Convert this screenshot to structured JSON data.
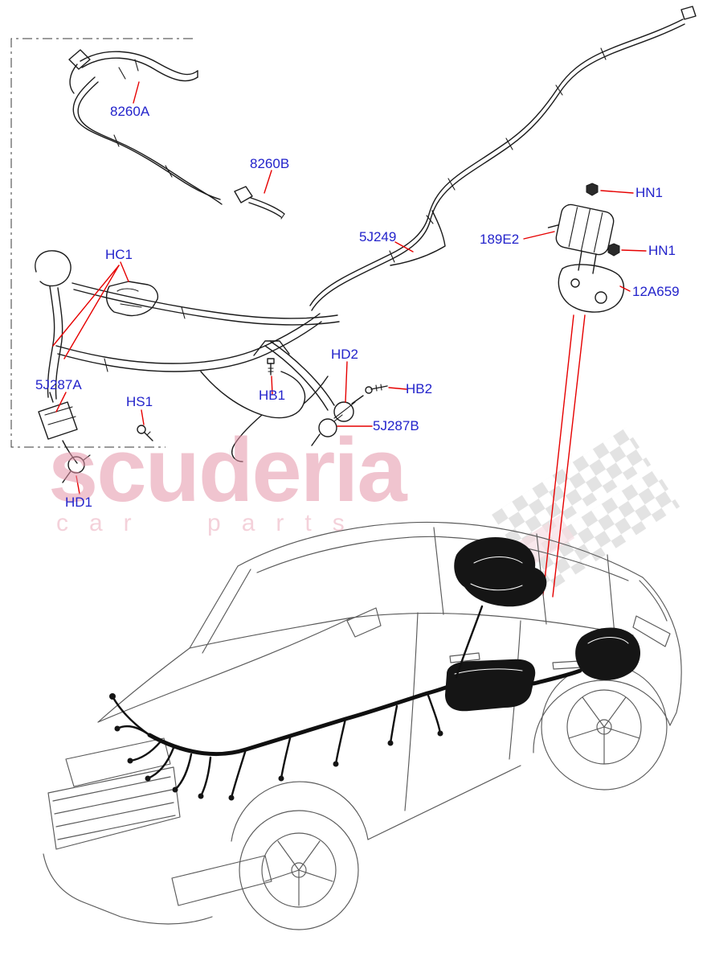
{
  "watermark": {
    "word": "scuderia",
    "subword": "car parts",
    "color": "#e594a8"
  },
  "colors": {
    "label_blue": "#2323cb",
    "leader_red": "#e60000",
    "drawing_black": "#1b1b1b",
    "vehicle_gray": "#5a5a5a"
  },
  "labels": [
    {
      "id": "8260A",
      "text": "8260A"
    },
    {
      "id": "8260B",
      "text": "8260B"
    },
    {
      "id": "5J249",
      "text": "5J249"
    },
    {
      "id": "189E2",
      "text": "189E2"
    },
    {
      "id": "HN1-upper",
      "text": "HN1"
    },
    {
      "id": "HN1-lower",
      "text": "HN1"
    },
    {
      "id": "12A659",
      "text": "12A659"
    },
    {
      "id": "HC1",
      "text": "HC1"
    },
    {
      "id": "5J287A",
      "text": "5J287A"
    },
    {
      "id": "HS1",
      "text": "HS1"
    },
    {
      "id": "HB1",
      "text": "HB1"
    },
    {
      "id": "HD2",
      "text": "HD2"
    },
    {
      "id": "HB2",
      "text": "HB2"
    },
    {
      "id": "5J287B",
      "text": "5J287B"
    },
    {
      "id": "HD1",
      "text": "HD1"
    }
  ]
}
